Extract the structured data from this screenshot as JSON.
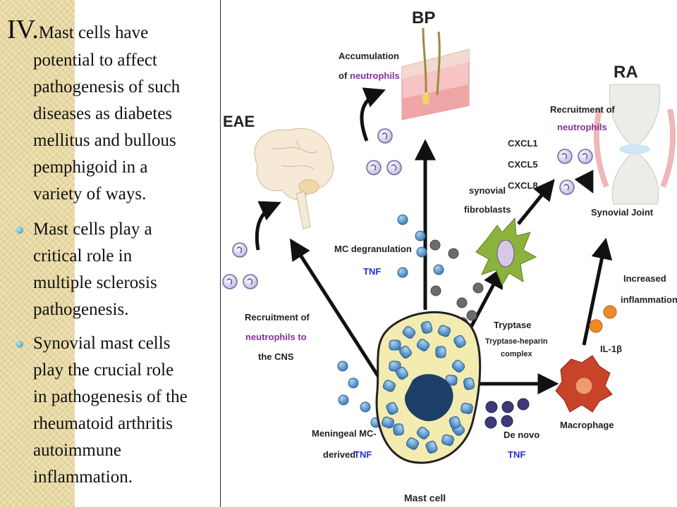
{
  "slide": {
    "heading_numeral": "IV.",
    "heading_lines": [
      "Mast cells have",
      "potential to affect",
      "pathogenesis  of such",
      "diseases  as diabetes",
      "mellitus and bullous",
      "pemphigoid  in a",
      "variety of ways."
    ],
    "bullet1_lines": [
      "Mast cells play a",
      "critical role in",
      "multiple sclerosis",
      "pathogenesis."
    ],
    "bullet2_lines": [
      "Synovial mast cells",
      "play the crucial role",
      "in pathogenesis  of the",
      "rheumatoid arthritis",
      "autoimmune",
      "inflammation."
    ]
  },
  "diagram": {
    "bp": "BP",
    "ra": "RA",
    "eae": "EAE",
    "accumulation": "Accumulation",
    "of": "of",
    "neutrophils": "neutrophils",
    "recruitment_of": "Recruitment of",
    "cxcl1": "CXCL1",
    "cxcl5": "CXCL5",
    "cxcl8": "CXCL8",
    "synovial": "synovial",
    "fibroblasts": "fibroblasts",
    "synovial_joint": "Synovial Joint",
    "mc_degranulation": "MC degranulation",
    "tnf": "TNF",
    "increased": "Increased",
    "inflammation": "inflammation",
    "neutrophils_to": "neutrophils to",
    "the_cns": "the CNS",
    "tryptase": "Tryptase",
    "tryptase_heparin": "Tryptase-heparin",
    "complex": "complex",
    "il1b": "IL-1β",
    "meningeal": "Meningeal MC-",
    "derived": "derived",
    "de_novo": "De novo",
    "macrophage": "Macrophage",
    "mast_cell": "Mast cell",
    "colors": {
      "label_blue": "#2330cf",
      "label_purple": "#8a2fa0",
      "mast_cell_fill": "#f3ebb0",
      "granule_blue": "#5b9cc9",
      "granule_dark": "#1d3e66",
      "arrow": "#111111",
      "macrophage": "#c9422a",
      "il1b": "#ee8a2a",
      "fibroblast": "#8bb33c"
    }
  }
}
